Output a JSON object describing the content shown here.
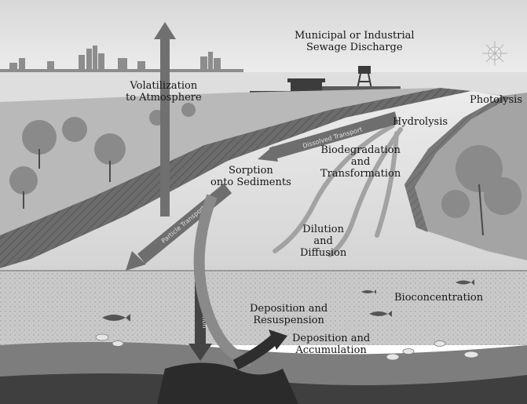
{
  "labels": {
    "discharge": [
      "Municipal or Industrial",
      "Sewage Discharge"
    ],
    "volatilization": [
      "Volatilization",
      "to Atmosphere"
    ],
    "photolysis": "Photolysis",
    "hydrolysis": "Hydrolysis",
    "biodegradation": [
      "Biodegradation",
      "and",
      "Transformation"
    ],
    "sorption": [
      "Sorption",
      "onto Sediments"
    ],
    "dilution": [
      "Dilution",
      "and",
      "Diffusion"
    ],
    "bioconcentration": "Bioconcentration",
    "deposition_resuspension": [
      "Deposition and",
      "Resuspension"
    ],
    "deposition_accumulation": [
      "Deposition and",
      "Accumulation"
    ]
  },
  "arrow_labels": {
    "dissolved_transport": "Dissolved Transport",
    "particle_transport": "Particle Transport",
    "deposition": "Deposition"
  },
  "colors": {
    "sky": "#e9e9e9",
    "water": "#dcdcdc",
    "bank": "#7a7a7a",
    "arrow_dark": "#2e2e2e",
    "arrow_mid": "#6e6e6e",
    "sediment": "#8a8a8a"
  }
}
